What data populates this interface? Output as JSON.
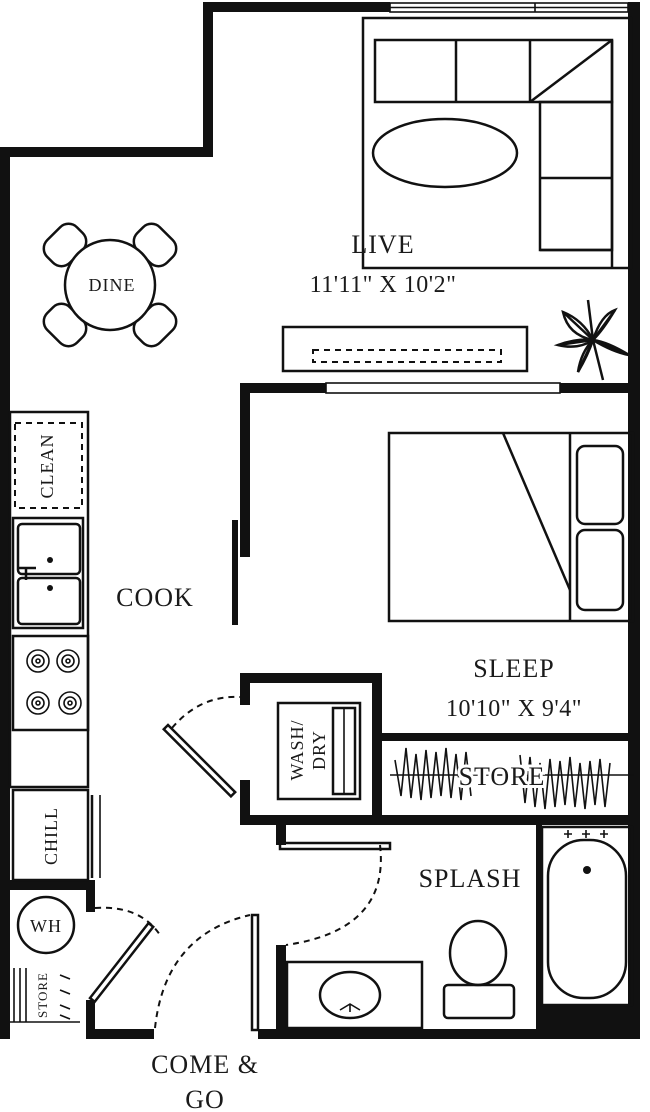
{
  "rooms": {
    "live": {
      "name": "Live",
      "dimensions": "11'11\" X 10'2\""
    },
    "dine": {
      "name": "Dine"
    },
    "cook": {
      "name": "Cook"
    },
    "sleep": {
      "name": "Sleep",
      "dimensions": "10'10\" X 9'4\""
    },
    "splash": {
      "name": "Splash"
    },
    "store_closet": {
      "name": "Store"
    },
    "store_entry": {
      "name": "Store"
    },
    "entry": {
      "line1": "Come &",
      "line2": "Go"
    }
  },
  "fixtures": {
    "clean": "Clean",
    "chill": "Chill",
    "washer_dryer_line1": "Wash/",
    "washer_dryer_line2": "Dry",
    "water_heater": "WH"
  }
}
